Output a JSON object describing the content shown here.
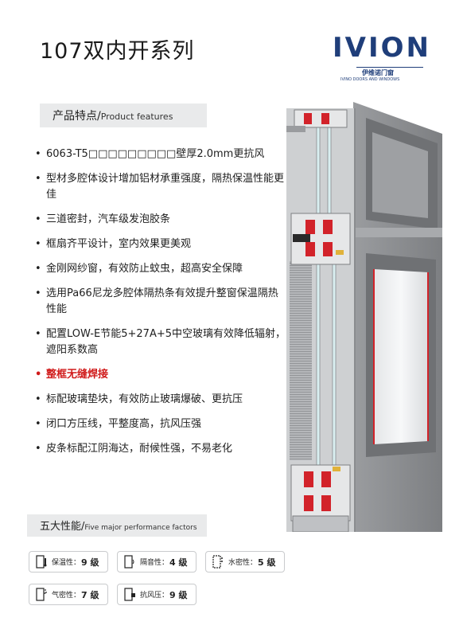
{
  "title": "107双内开系列",
  "logo": {
    "wordmark": "IVION",
    "name_cn": "伊维诺门窗",
    "name_en": "IVINO DOORS AND WINDOWS"
  },
  "features": {
    "heading_cn": "产品特点/",
    "heading_en": "Product features",
    "items": [
      "6063-T5□□□□□□□□□壁厚2.0mm更抗风",
      "型材多腔体设计增加铝材承重强度，隔热保温性能更佳",
      "三道密封，汽车级发泡胶条",
      "框扇齐平设计，室内效果更美观",
      "金刚网纱窗，有效防止蚊虫，超高安全保障",
      "选用Pa66尼龙多腔体隔热条有效提升整窗保温隔热性能",
      "配置LOW-E节能5+27A+5中空玻璃有效降低辐射，遮阳系数高",
      "整框无缝焊接",
      "标配玻璃垫块，有效防止玻璃爆破、更抗压",
      "闭口方压线，平整度高，抗风压强",
      "皮条标配江阴海达，耐候性强，不易老化"
    ],
    "highlight_color": "#d01a1a"
  },
  "performance": {
    "heading_cn": "五大性能/",
    "heading_en": "Five major performance factors",
    "items": [
      {
        "icon": "thermometer-window-icon",
        "label": "保温性：",
        "value": "9 级"
      },
      {
        "icon": "sound-window-icon",
        "label": "隔音性：",
        "value": "4 级"
      },
      {
        "icon": "water-drop-window-icon",
        "label": "水密性：",
        "value": "5 级"
      },
      {
        "icon": "air-window-icon",
        "label": "气密性：",
        "value": "7 级"
      },
      {
        "icon": "wind-pressure-window-icon",
        "label": "抗风压：",
        "value": "9 级"
      }
    ]
  },
  "colors": {
    "brand_blue": "#1f3e7a",
    "profile_gray": "#8a8c8f",
    "thermal_break_red": "#d2232a",
    "panel_gray": "#e9eaeb"
  }
}
